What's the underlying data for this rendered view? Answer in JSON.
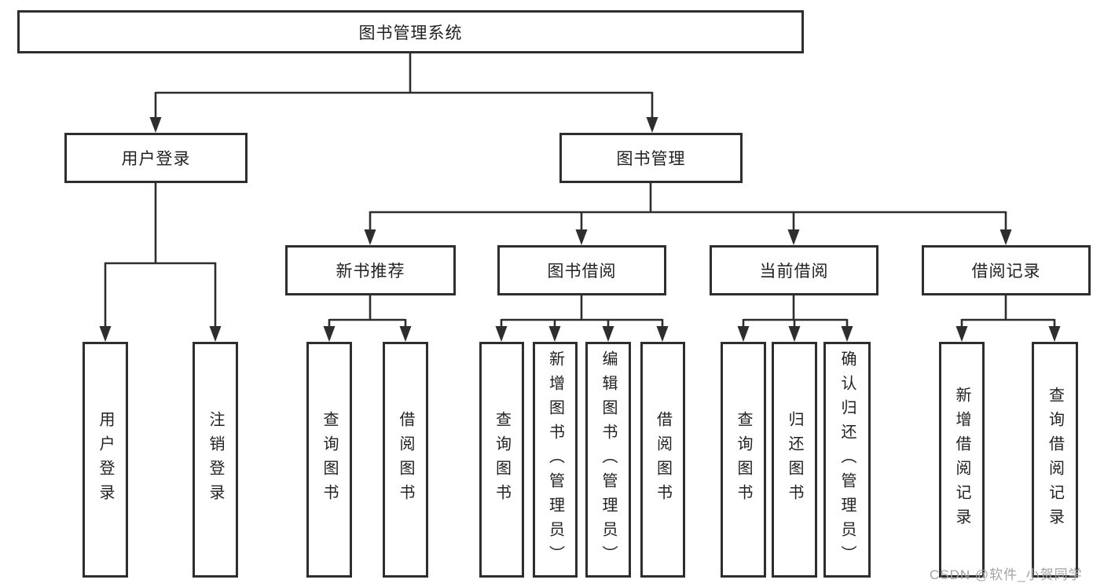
{
  "diagram": {
    "title": "图书管理系统",
    "root": {
      "label": "图书管理系统"
    },
    "level2": [
      {
        "label": "用户登录"
      },
      {
        "label": "图书管理"
      }
    ],
    "level3": [
      {
        "label": "新书推荐"
      },
      {
        "label": "图书借阅"
      },
      {
        "label": "当前借阅"
      },
      {
        "label": "借阅记录"
      }
    ],
    "leaves": {
      "user_login": [
        "用户登录",
        "注销登录"
      ],
      "new_book": [
        "查询图书",
        "借阅图书"
      ],
      "book_borrow": [
        "查询图书",
        "新增图书（管理员）",
        "编辑图书（管理员）",
        "借阅图书"
      ],
      "current_borrow": [
        "查询图书",
        "归还图书",
        "确认归还（管理员）"
      ],
      "borrow_record": [
        "新增借阅记录",
        "查询借阅记录"
      ]
    }
  },
  "watermark": {
    "text": "CSDN @软件_小贺同学",
    "color": "#a3a3a6"
  },
  "colors": {
    "line": "#2e2e2e",
    "background": "#ffffff",
    "text": "#222222"
  }
}
